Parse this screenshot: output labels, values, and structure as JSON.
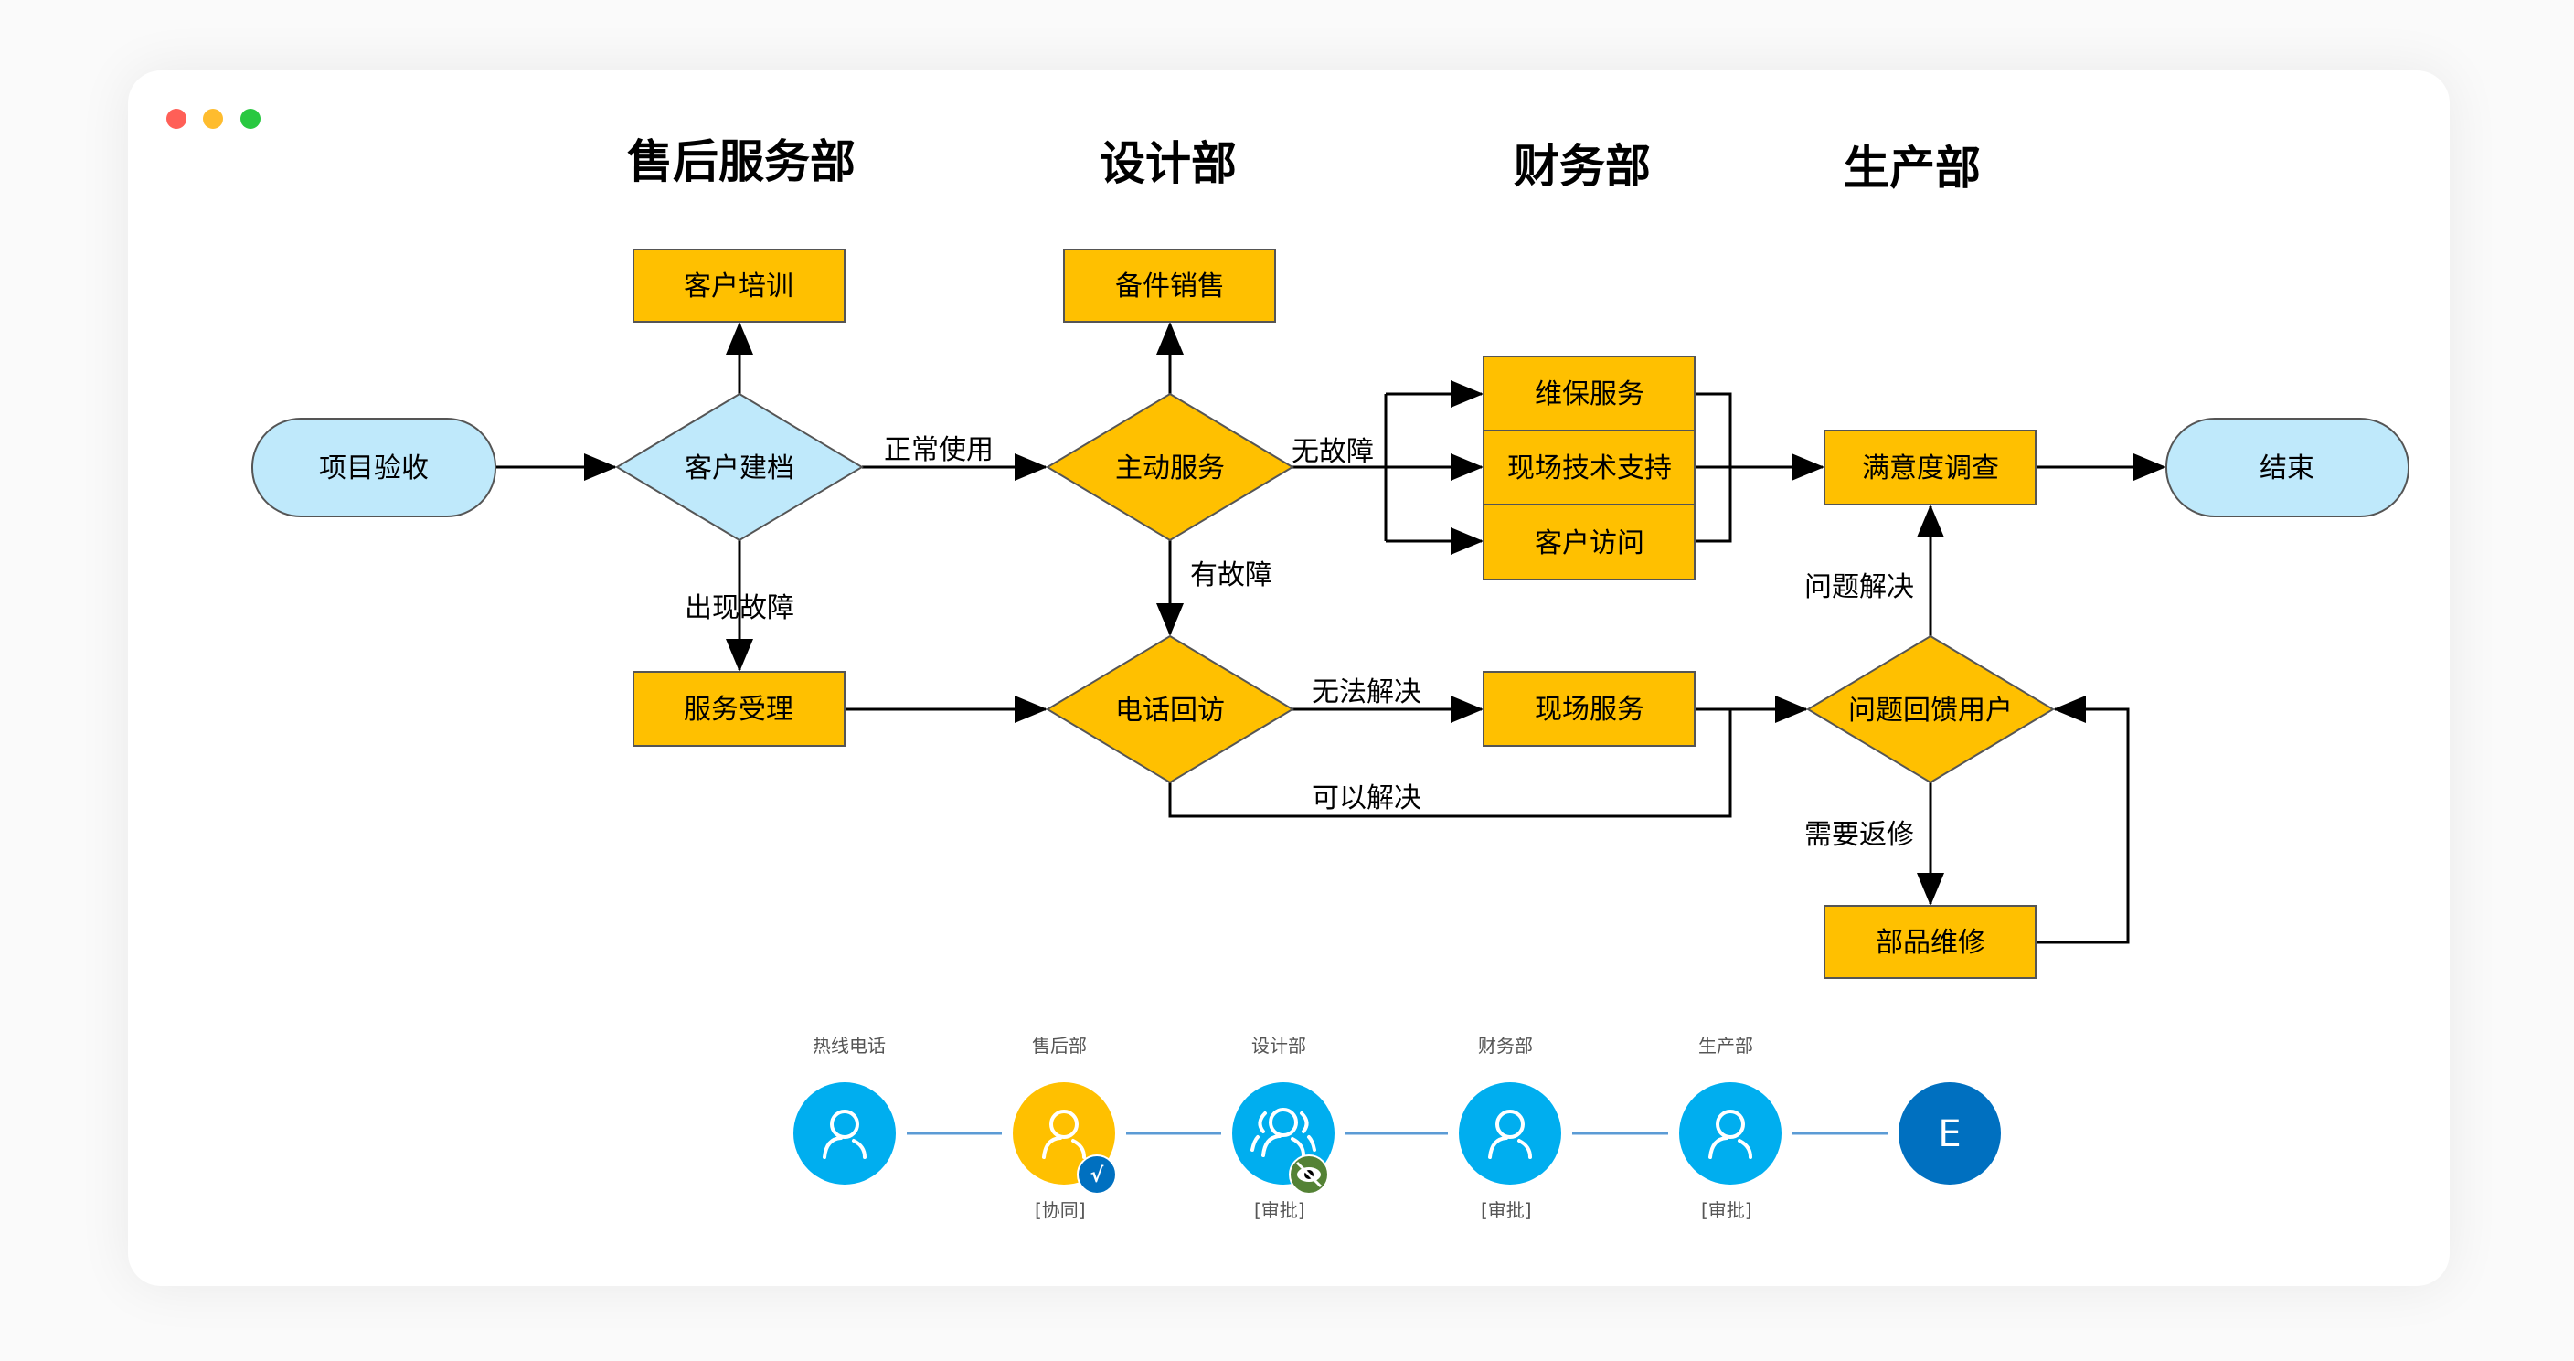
{
  "window": {
    "controls": [
      {
        "name": "close",
        "color": "#ff5f57"
      },
      {
        "name": "minimize",
        "color": "#febc2e"
      },
      {
        "name": "maximize",
        "color": "#28c840"
      }
    ]
  },
  "colors": {
    "terminal_fill": "#bfe9fb",
    "decision_light_fill": "#bfe9fb",
    "process_fill": "#ffc000",
    "stroke": "#000000",
    "flow_blue": "#00aeef",
    "flow_orange": "#ffc000",
    "flow_dark": "#0070c0",
    "badge_green": "#548235",
    "connector": "#5b9bd5"
  },
  "departments": [
    "售后服务部",
    "设计部",
    "财务部",
    "生产部"
  ],
  "nodes": {
    "start": "项目验收",
    "customer_archive": "客户建档",
    "customer_training": "客户培训",
    "active_service": "主动服务",
    "spare_parts_sales": "备件销售",
    "maintenance_service": "维保服务",
    "onsite_tech_support": "现场技术支持",
    "customer_visit": "客户访问",
    "satisfaction_survey": "满意度调查",
    "end": "结束",
    "service_acceptance": "服务受理",
    "phone_callback": "电话回访",
    "onsite_service": "现场服务",
    "feedback_user": "问题回馈用户",
    "parts_repair": "部品维修"
  },
  "edge_labels": {
    "normal_use": "正常使用",
    "no_fault": "无故障",
    "has_fault": "有故障",
    "fault_occurs": "出现故障",
    "cannot_solve": "无法解决",
    "can_solve": "可以解决",
    "problem_solved": "问题解决",
    "needs_repair": "需要返修"
  },
  "approval_flow": [
    {
      "label": "热线电话",
      "status": "",
      "icon": "user-icon",
      "color": "blue",
      "badge": null
    },
    {
      "label": "售后部",
      "status": "[协同]",
      "icon": "user-icon",
      "color": "orange",
      "badge": "check"
    },
    {
      "label": "设计部",
      "status": "[审批]",
      "icon": "group-icon",
      "color": "blue",
      "badge": "eye-off"
    },
    {
      "label": "财务部",
      "status": "[审批]",
      "icon": "user-icon",
      "color": "blue",
      "badge": null
    },
    {
      "label": "生产部",
      "status": "[审批]",
      "icon": "user-icon",
      "color": "blue",
      "badge": null
    },
    {
      "label": "",
      "status": "",
      "icon": "end-letter",
      "letter": "E",
      "color": "dark",
      "badge": null
    }
  ],
  "badges": {
    "check": "√"
  }
}
